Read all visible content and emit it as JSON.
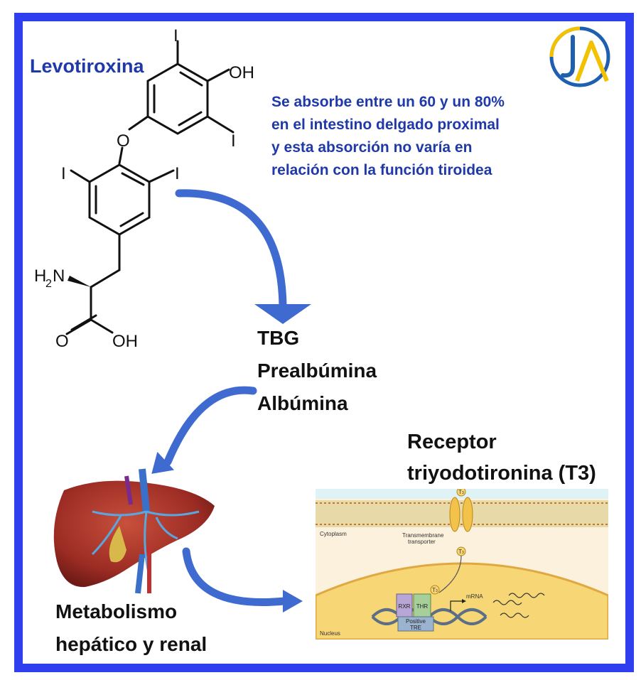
{
  "title": "Levotiroxina",
  "description": [
    "Se absorbe entre un 60 y un 80%",
    "en el intestino delgado proximal",
    "y esta absorción no varía en",
    "relación con la función tiroidea"
  ],
  "molecule": {
    "atoms": {
      "iodine": "I",
      "hydroxyl": "OH",
      "oxygen": "O",
      "amine_h": "H",
      "amine_sub": "2",
      "amine_n": "N",
      "carbonyl_o": "O",
      "acid_oh": "OH"
    }
  },
  "binding_proteins": [
    "TBG",
    "Prealbúmina",
    "Albúmina"
  ],
  "receptor_title": [
    "Receptor",
    "triyodotironina (T3)"
  ],
  "metabolism": [
    "Metabolismo",
    "hepático y renal"
  ],
  "cell_diagram": {
    "cytoplasm": "Cytoplasm",
    "transporter": [
      "Transmembrane",
      "transporter"
    ],
    "t3_main": "T",
    "t3_sub": "3",
    "rxr": "RXR",
    "thr": "THR",
    "tre": [
      "Positive",
      "TRE"
    ],
    "mrna": "mRNA",
    "nucleus": "Nucleus"
  },
  "colors": {
    "frame": "#2f3ff0",
    "title_text": "#1f3aa8",
    "arrow": "#3f6bd0",
    "logo_blue": "#1f5fb0",
    "logo_yellow": "#f2c200"
  }
}
